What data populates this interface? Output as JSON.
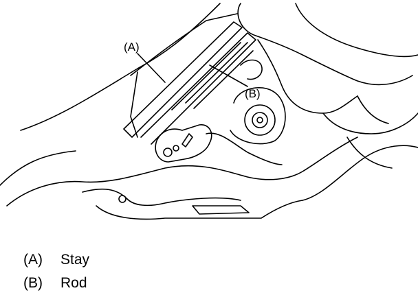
{
  "figure": {
    "callouts": [
      {
        "id": "A",
        "label": "(A)"
      },
      {
        "id": "B",
        "label": "(B)"
      }
    ]
  },
  "legend": {
    "items": [
      {
        "key": "(A)",
        "text": "Stay"
      },
      {
        "key": "(B)",
        "text": "Rod"
      }
    ]
  }
}
